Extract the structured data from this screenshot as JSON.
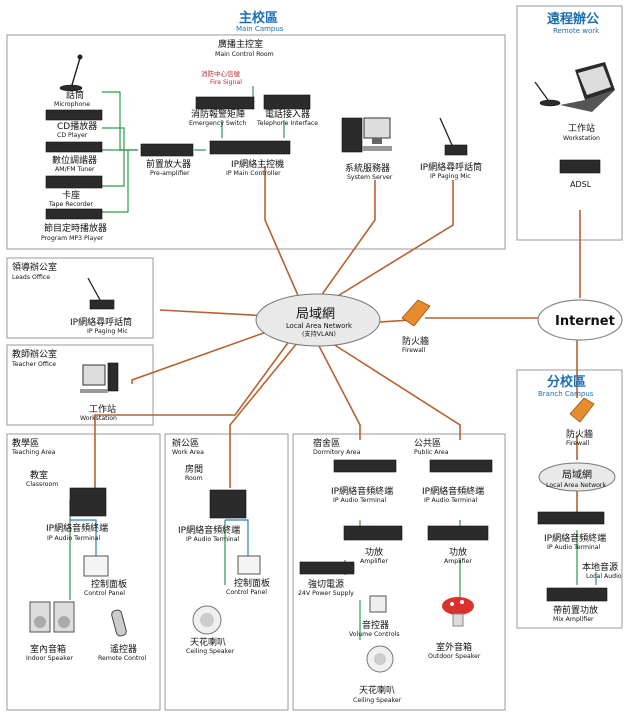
{
  "main_campus": {
    "title_zh": "主校區",
    "title_en": "Main Campus"
  },
  "remote_work": {
    "title_zh": "遠程辦公",
    "title_en": "Remote work"
  },
  "branch_campus": {
    "title_zh": "分校區",
    "title_en": "Branch Campus"
  },
  "broadcast_room": {
    "zh": "廣播主控室",
    "en": "Main Control Room"
  },
  "microphone": {
    "zh": "話筒",
    "en": "Microphone"
  },
  "cd_player": {
    "zh": "CD播放器",
    "en": "CD Player"
  },
  "tuner": {
    "zh": "數位調諧器",
    "en": "AM/FM Tuner"
  },
  "tape": {
    "zh": "卡座",
    "en": "Tape Recorder"
  },
  "mp3": {
    "zh": "節目定時播放器",
    "en": "Program MP3 Player"
  },
  "fire_signal": {
    "zh": "消防中心信號",
    "en": "Fire Signal"
  },
  "emergency": {
    "zh": "消防報警矩陣",
    "en": "Emergency Switch"
  },
  "telephone": {
    "zh": "電話接入器",
    "en": "Telephone Interface"
  },
  "preamp": {
    "zh": "前置放大器",
    "en": "Pre-amplifier"
  },
  "ip_main": {
    "zh": "IP網絡主控機",
    "en": "IP Main Controller"
  },
  "server": {
    "zh": "系統服務器",
    "en": "System Server"
  },
  "paging_main": {
    "zh": "IP網絡尋呼話筒",
    "en": "IP Paging Mic"
  },
  "remote_ws": {
    "zh": "工作站",
    "en": "Workstation"
  },
  "adsl": {
    "en": "ADSL"
  },
  "leads_office": {
    "zh": "領導辦公室",
    "en": "Leads Office"
  },
  "paging_leads": {
    "zh": "IP網絡尋呼話筒",
    "en": "IP Paging Mic"
  },
  "teacher_office": {
    "zh": "教師辦公室",
    "en": "Teacher Office"
  },
  "teacher_ws": {
    "zh": "工作站",
    "en": "Workstation"
  },
  "lan": {
    "zh": "局域網",
    "en": "Local Area Network",
    "note": "(支持VLAN)"
  },
  "firewall_main": {
    "zh": "防火牆",
    "en": "Firewall"
  },
  "internet": {
    "en": "Internet"
  },
  "branch_firewall": {
    "zh": "防火牆",
    "en": "Firewall"
  },
  "branch_lan": {
    "zh": "局域網",
    "en": "Local Area Network"
  },
  "branch_terminal": {
    "zh": "IP網絡音頻終端",
    "en": "IP Audio Terminal"
  },
  "local_audio": {
    "zh": "本地音源",
    "en": "Local Audio"
  },
  "mix_amp": {
    "zh": "帶前置功放",
    "en": "Mix Amplifier"
  },
  "teaching": {
    "area_zh": "教學區",
    "area_en": "Teaching Area",
    "room_zh": "教室",
    "room_en": "Classroom",
    "terminal_zh": "IP網絡音頻終端",
    "terminal_en": "IP Audio Terminal",
    "panel_zh": "控制面板",
    "panel_en": "Control Panel",
    "speaker_zh": "室內音箱",
    "speaker_en": "Indoor Speaker",
    "remote_zh": "遙控器",
    "remote_en": "Remote Control"
  },
  "work": {
    "area_zh": "辦公區",
    "area_en": "Work Area",
    "room_zh": "房間",
    "room_en": "Room",
    "terminal_zh": "IP網絡音頻終端",
    "terminal_en": "IP Audio Terminal",
    "panel_zh": "控制面板",
    "panel_en": "Control Panel",
    "speaker_zh": "天花喇叭",
    "speaker_en": "Ceiling Speaker"
  },
  "dorm": {
    "area_zh": "宿舍區",
    "area_en": "Dormitory Area",
    "terminal_zh": "IP網絡音頻終端",
    "terminal_en": "IP Audio Terminal",
    "amp_zh": "功放",
    "amp_en": "Amplifier",
    "power_zh": "強切電源",
    "power_en": "24V Power Supply",
    "volume_zh": "音控器",
    "volume_en": "Volume Controls",
    "speaker_zh": "天花喇叭",
    "speaker_en": "Ceiling Speaker"
  },
  "public": {
    "area_zh": "公共區",
    "area_en": "Public Area",
    "terminal_zh": "IP網絡音頻終端",
    "terminal_en": "IP Audio Terminal",
    "amp_zh": "功放",
    "amp_en": "Amplifier",
    "speaker_zh": "室外音箱",
    "speaker_en": "Outdoor Speaker"
  }
}
